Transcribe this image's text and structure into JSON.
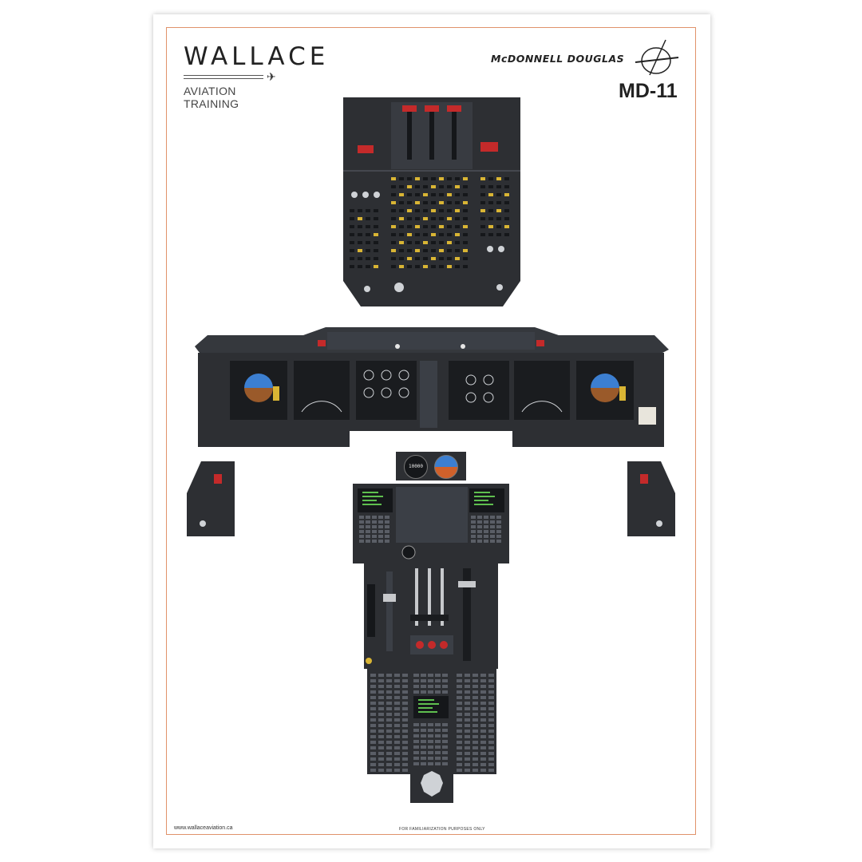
{
  "brand": {
    "name": "WALLACE",
    "subtitle": "AVIATION TRAINING"
  },
  "aircraft": {
    "manufacturer": "McDONNELL DOUGLAS",
    "model": "MD-11"
  },
  "footer": {
    "website": "www.wallaceaviation.ca",
    "disclaimer": "FOR FAMILIARIZATION PURPOSES ONLY"
  },
  "standby_display": {
    "altitude_readout": "10000"
  },
  "colors": {
    "panel": "#2d2f33",
    "panel_light": "#3b3f46",
    "frame": "#e0926a",
    "annunciator_amber": "#d9b534",
    "annunciator_red": "#c42a2a",
    "attitude_sky": "#3c7fd1",
    "attitude_ground": "#9a5a2a"
  }
}
